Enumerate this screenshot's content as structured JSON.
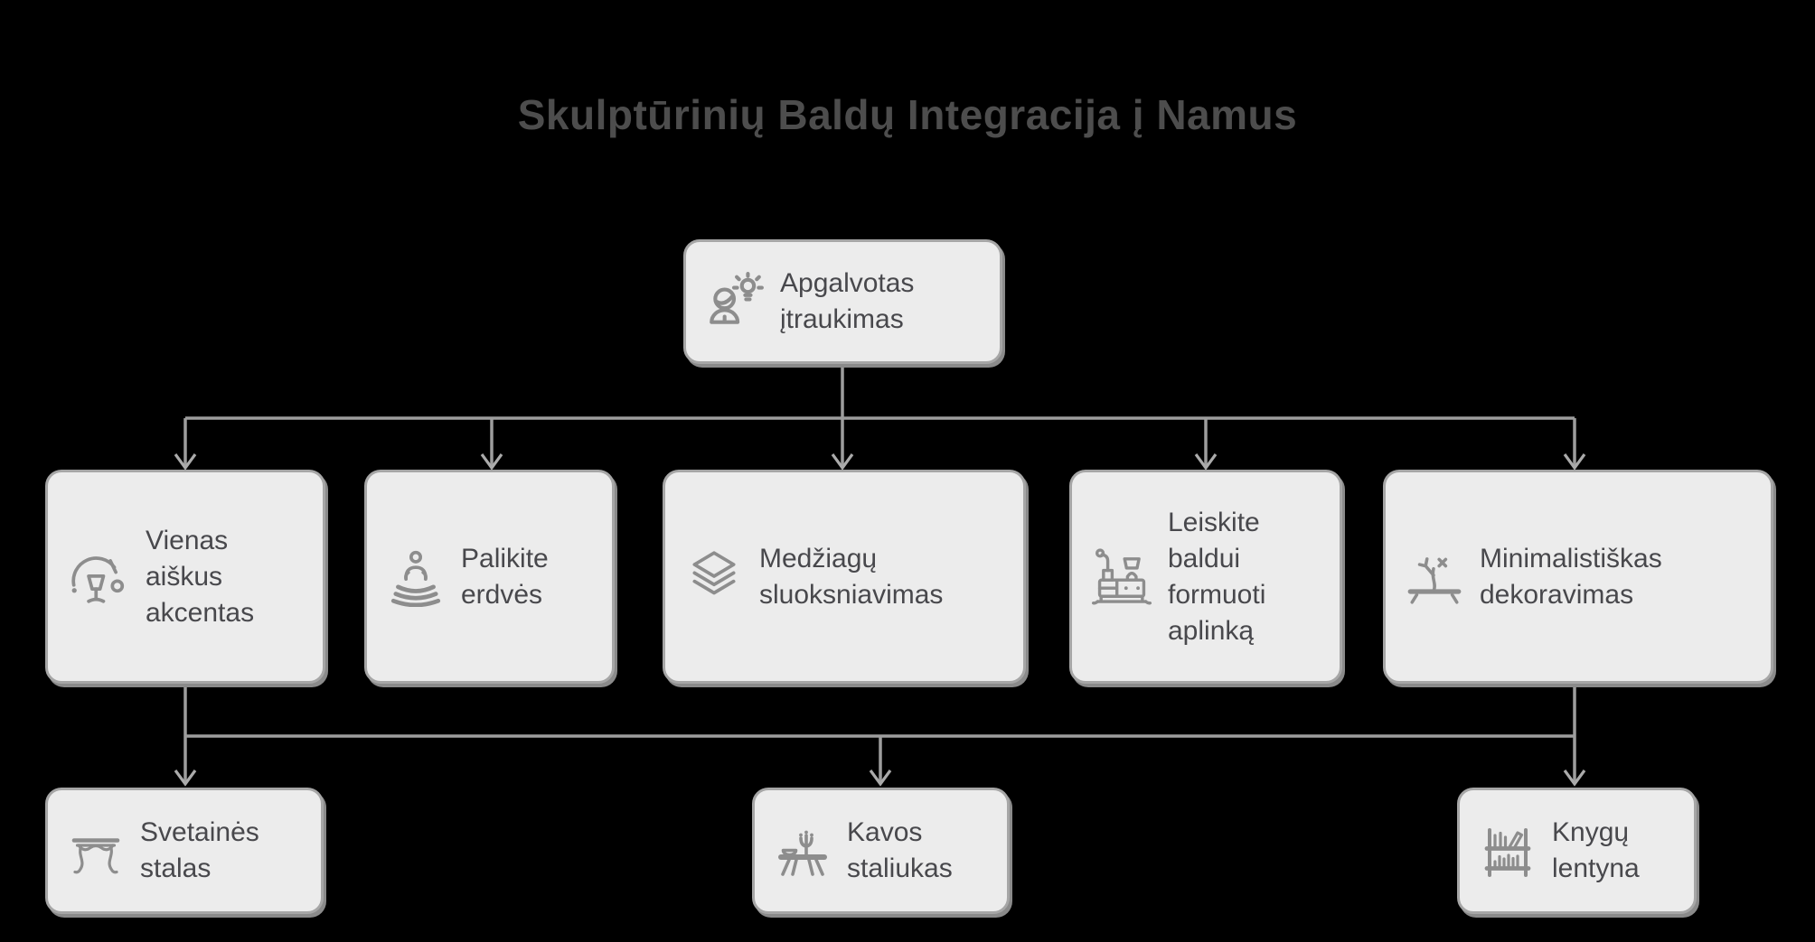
{
  "title": "Skulptūrinių Baldų Integracija į Namus",
  "colors": {
    "background": "#000000",
    "title_text": "#4d4d4d",
    "node_fill": "#ececec",
    "node_border": "#a6a6a6",
    "node_shadow": "#8a8a8a",
    "node_text": "#48484c",
    "icon": "#8d8d8d",
    "connector": "#9d9d9d"
  },
  "nodes": {
    "root": {
      "label": "Apgalvotas\nįtraukimas",
      "icon": "person-idea-icon"
    },
    "accent": {
      "label": "Vienas\naiškus\nakcentas",
      "icon": "accent-lamp-icon"
    },
    "space": {
      "label": "Palikite\nerdvės",
      "icon": "meditation-icon"
    },
    "layering": {
      "label": "Medžiagų\nsluoksniavimas",
      "icon": "layers-icon"
    },
    "shape": {
      "label": "Leiskite\nbaldui\nformuoti\naplinką",
      "icon": "sideboard-icon"
    },
    "minimal": {
      "label": "Minimalistiškas\ndekoravimas",
      "icon": "branch-table-icon"
    },
    "livingtable": {
      "label": "Svetainės\nstalas",
      "icon": "console-table-icon"
    },
    "coffeetable": {
      "label": "Kavos\nstaliukas",
      "icon": "coffee-table-icon"
    },
    "bookshelf": {
      "label": "Knygų\nlentyna",
      "icon": "bookshelf-icon"
    }
  }
}
